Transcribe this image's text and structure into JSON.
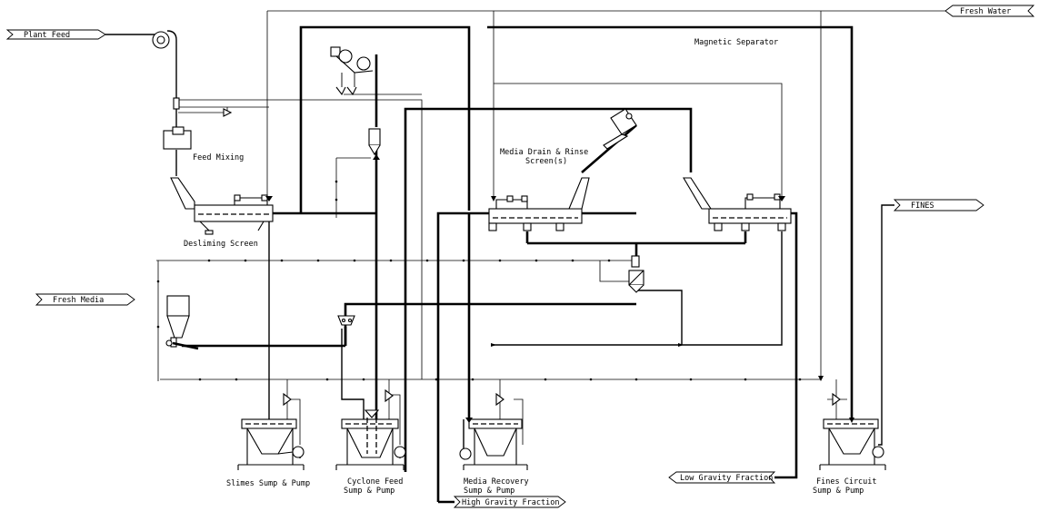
{
  "labels": {
    "plant_feed": "Plant Feed",
    "fresh_water": "Fresh Water",
    "fresh_media": "Fresh Media",
    "fines": "FINES",
    "magnetic_separator": "Magnetic Separator",
    "feed_mixing": "Feed Mixing",
    "desliming_screen": "Desliming Screen",
    "media_drain_line1": "Media Drain & Rinse",
    "media_drain_line2": "Screen(s)",
    "slimes_sump": "Slimes Sump & Pump",
    "cyclone_feed_line1": "Cyclone Feed",
    "cyclone_feed_line2": "Sump & Pump",
    "media_recovery_line1": "Media Recovery",
    "media_recovery_line2": "Sump & Pump",
    "fines_circuit_line1": "Fines Circuit",
    "fines_circuit_line2": "Sump & Pump",
    "low_gravity": "Low Gravity Fraction",
    "high_gravity": "High Gravity Fraction"
  }
}
